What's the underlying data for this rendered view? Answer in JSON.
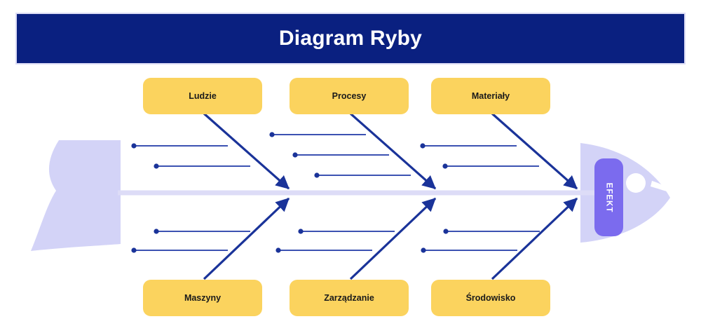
{
  "header": {
    "title": "Diagram Ryby",
    "background_color": "#0A2080",
    "text_color": "#FFFFFF"
  },
  "diagram": {
    "type": "fishbone-ishikawa",
    "spine_color": "#DDDCF7",
    "bone_color": "#1A3399",
    "category_box_color": "#FBD35E",
    "category_text_color": "#1A1A1A",
    "fish_body_color": "#D3D3F7",
    "effect_badge_color": "#7B6BEE"
  },
  "effect": {
    "label": "EFEKT"
  },
  "categories_top": [
    {
      "label": "Ludzie",
      "causes": 2
    },
    {
      "label": "Procesy",
      "causes": 3
    },
    {
      "label": "Materiały",
      "causes": 2
    }
  ],
  "categories_bottom": [
    {
      "label": "Maszyny",
      "causes": 2
    },
    {
      "label": "Zarządzanie",
      "causes": 2
    },
    {
      "label": "Środowisko",
      "causes": 2
    }
  ]
}
